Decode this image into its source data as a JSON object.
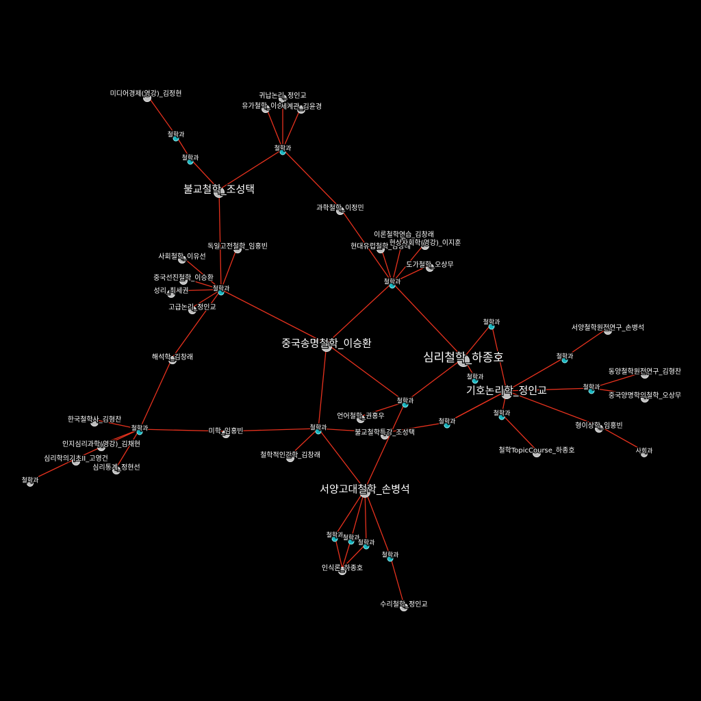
{
  "graph": {
    "colors": {
      "background": "#000000",
      "edge": "#e8321e",
      "course_node": "#bdbdbd",
      "dept_node": "#19b6c0",
      "label": "#ffffff"
    },
    "nodes": [
      {
        "id": "c1",
        "label": "미디어경제(영강)_김정현",
        "kind": "course",
        "size": "m"
      },
      {
        "id": "d1",
        "label": "철학과",
        "kind": "dept",
        "size": "s"
      },
      {
        "id": "d2",
        "label": "철학과",
        "kind": "dept",
        "size": "s"
      },
      {
        "id": "c2",
        "label": "불교철학_조성택",
        "kind": "course",
        "size": "l"
      },
      {
        "id": "c3",
        "label": "귀납논리_정인교",
        "kind": "course",
        "size": "m"
      },
      {
        "id": "c4",
        "label": "유가철학_이승환",
        "kind": "course",
        "size": "m"
      },
      {
        "id": "c5",
        "label": "세계관_김윤경",
        "kind": "course",
        "size": "m"
      },
      {
        "id": "d3",
        "label": "철학과",
        "kind": "dept",
        "size": "s"
      },
      {
        "id": "c6",
        "label": "과학철학_이정민",
        "kind": "course",
        "size": "m"
      },
      {
        "id": "c7",
        "label": "독일고전철학_임홍빈",
        "kind": "course",
        "size": "m"
      },
      {
        "id": "c8",
        "label": "사회철학_이유선",
        "kind": "course",
        "size": "m"
      },
      {
        "id": "c9",
        "label": "중국선진철학_이승환",
        "kind": "course",
        "size": "m"
      },
      {
        "id": "c10",
        "label": "성리_최세권",
        "kind": "course",
        "size": "m"
      },
      {
        "id": "c11",
        "label": "고급논리_정인교",
        "kind": "course",
        "size": "m"
      },
      {
        "id": "d4",
        "label": "철학과",
        "kind": "dept",
        "size": "s"
      },
      {
        "id": "c12",
        "label": "이론철학연습_김창래",
        "kind": "course",
        "size": "m"
      },
      {
        "id": "c13",
        "label": "현대유럽철학_김상례",
        "kind": "course",
        "size": "m"
      },
      {
        "id": "c14",
        "label": "현상사회학(영강)_이지훈",
        "kind": "course",
        "size": "m"
      },
      {
        "id": "c15",
        "label": "도가철학_오상무",
        "kind": "course",
        "size": "m"
      },
      {
        "id": "d5",
        "label": "철학과",
        "kind": "dept",
        "size": "s"
      },
      {
        "id": "c16",
        "label": "해석학_김창래",
        "kind": "course",
        "size": "m"
      },
      {
        "id": "c17",
        "label": "중국송명철학_이승환",
        "kind": "course",
        "size": "l"
      },
      {
        "id": "c18",
        "label": "심리철학_하종호",
        "kind": "course",
        "size": "xl"
      },
      {
        "id": "d6",
        "label": "철학과",
        "kind": "dept",
        "size": "s"
      },
      {
        "id": "d7",
        "label": "철학과",
        "kind": "dept",
        "size": "s"
      },
      {
        "id": "c19",
        "label": "서양철학원전연구_손병석",
        "kind": "course",
        "size": "m"
      },
      {
        "id": "d8",
        "label": "철학과",
        "kind": "dept",
        "size": "s"
      },
      {
        "id": "c20",
        "label": "동양철학원전연구_김형찬",
        "kind": "course",
        "size": "m"
      },
      {
        "id": "d9",
        "label": "철학과",
        "kind": "dept",
        "size": "s"
      },
      {
        "id": "c21",
        "label": "중국양명학의철학_오상무",
        "kind": "course",
        "size": "m"
      },
      {
        "id": "c22",
        "label": "기호논리학_정인교",
        "kind": "course",
        "size": "l"
      },
      {
        "id": "d10",
        "label": "철학과",
        "kind": "dept",
        "size": "s"
      },
      {
        "id": "d11",
        "label": "철학과",
        "kind": "dept",
        "size": "s"
      },
      {
        "id": "c23",
        "label": "형이상학_임홍빈",
        "kind": "course",
        "size": "m"
      },
      {
        "id": "c24",
        "label": "사회과",
        "kind": "course",
        "size": "s"
      },
      {
        "id": "c25",
        "label": "철학TopicCourse_하종호",
        "kind": "course",
        "size": "m"
      },
      {
        "id": "d12",
        "label": "철학과",
        "kind": "dept",
        "size": "s"
      },
      {
        "id": "c26",
        "label": "한국철학사_김형찬",
        "kind": "course",
        "size": "m"
      },
      {
        "id": "d13",
        "label": "철학과",
        "kind": "dept",
        "size": "s"
      },
      {
        "id": "c27",
        "label": "인지심리과학(영강)_김채현",
        "kind": "course",
        "size": "m"
      },
      {
        "id": "c28",
        "label": "심리학의기초II_고영건",
        "kind": "course",
        "size": "m"
      },
      {
        "id": "c29",
        "label": "심리통계_정현선",
        "kind": "course",
        "size": "m"
      },
      {
        "id": "c30",
        "label": "철학과",
        "kind": "course",
        "size": "s"
      },
      {
        "id": "c31",
        "label": "미학_임홍빈",
        "kind": "course",
        "size": "m"
      },
      {
        "id": "d14",
        "label": "철학과",
        "kind": "dept",
        "size": "s"
      },
      {
        "id": "c32",
        "label": "언어철학_권홍우",
        "kind": "course",
        "size": "m"
      },
      {
        "id": "c33",
        "label": "불교철학특강_조성택",
        "kind": "course",
        "size": "m"
      },
      {
        "id": "d15",
        "label": "철학과",
        "kind": "dept",
        "size": "s"
      },
      {
        "id": "c34",
        "label": "철학적인간학_김창래",
        "kind": "course",
        "size": "m"
      },
      {
        "id": "c35",
        "label": "서양고대철학_손병석",
        "kind": "course",
        "size": "l"
      },
      {
        "id": "d16",
        "label": "철학과",
        "kind": "dept",
        "size": "s"
      },
      {
        "id": "d17",
        "label": "철학과",
        "kind": "dept",
        "size": "s"
      },
      {
        "id": "d18",
        "label": "철학과",
        "kind": "dept",
        "size": "s"
      },
      {
        "id": "c36",
        "label": "인식론_하종호",
        "kind": "course",
        "size": "m"
      },
      {
        "id": "d19",
        "label": "철학과",
        "kind": "dept",
        "size": "s"
      },
      {
        "id": "c37",
        "label": "수리철학_정인교",
        "kind": "course",
        "size": "m"
      }
    ],
    "edges": [
      [
        "c1",
        "d1"
      ],
      [
        "d1",
        "d2"
      ],
      [
        "d2",
        "c2"
      ],
      [
        "c2",
        "d3"
      ],
      [
        "d3",
        "c3"
      ],
      [
        "d3",
        "c4"
      ],
      [
        "d3",
        "c5"
      ],
      [
        "d3",
        "c6"
      ],
      [
        "c6",
        "d5"
      ],
      [
        "c2",
        "d4"
      ],
      [
        "d4",
        "c7"
      ],
      [
        "d4",
        "c8"
      ],
      [
        "d4",
        "c9"
      ],
      [
        "d4",
        "c10"
      ],
      [
        "d4",
        "c11"
      ],
      [
        "d4",
        "c17"
      ],
      [
        "d4",
        "c16"
      ],
      [
        "c16",
        "d13"
      ],
      [
        "d5",
        "c12"
      ],
      [
        "d5",
        "c13"
      ],
      [
        "d5",
        "c14"
      ],
      [
        "d5",
        "c15"
      ],
      [
        "d5",
        "c17"
      ],
      [
        "d5",
        "c18"
      ],
      [
        "c18",
        "d6"
      ],
      [
        "d6",
        "c22"
      ],
      [
        "c18",
        "d12"
      ],
      [
        "c18",
        "d7"
      ],
      [
        "c22",
        "d8"
      ],
      [
        "d8",
        "c19"
      ],
      [
        "c22",
        "d9"
      ],
      [
        "d9",
        "c20"
      ],
      [
        "d9",
        "c21"
      ],
      [
        "c22",
        "d10"
      ],
      [
        "c22",
        "d11"
      ],
      [
        "d11",
        "c25"
      ],
      [
        "c22",
        "c23"
      ],
      [
        "c23",
        "c24"
      ],
      [
        "c22",
        "d15"
      ],
      [
        "d15",
        "c33"
      ],
      [
        "c33",
        "d14"
      ],
      [
        "c17",
        "d12"
      ],
      [
        "d12",
        "c35"
      ],
      [
        "d12",
        "c32"
      ],
      [
        "d14",
        "c17"
      ],
      [
        "d14",
        "c31"
      ],
      [
        "c31",
        "d13"
      ],
      [
        "d13",
        "c26"
      ],
      [
        "d13",
        "c27"
      ],
      [
        "d13",
        "c28"
      ],
      [
        "d13",
        "c29"
      ],
      [
        "c28",
        "c30"
      ],
      [
        "d14",
        "c34"
      ],
      [
        "d14",
        "c35"
      ],
      [
        "c35",
        "d16"
      ],
      [
        "c35",
        "d17"
      ],
      [
        "c35",
        "d18"
      ],
      [
        "c35",
        "d19"
      ],
      [
        "d16",
        "c36"
      ],
      [
        "d17",
        "c36"
      ],
      [
        "d18",
        "c36"
      ],
      [
        "d19",
        "c37"
      ]
    ]
  }
}
